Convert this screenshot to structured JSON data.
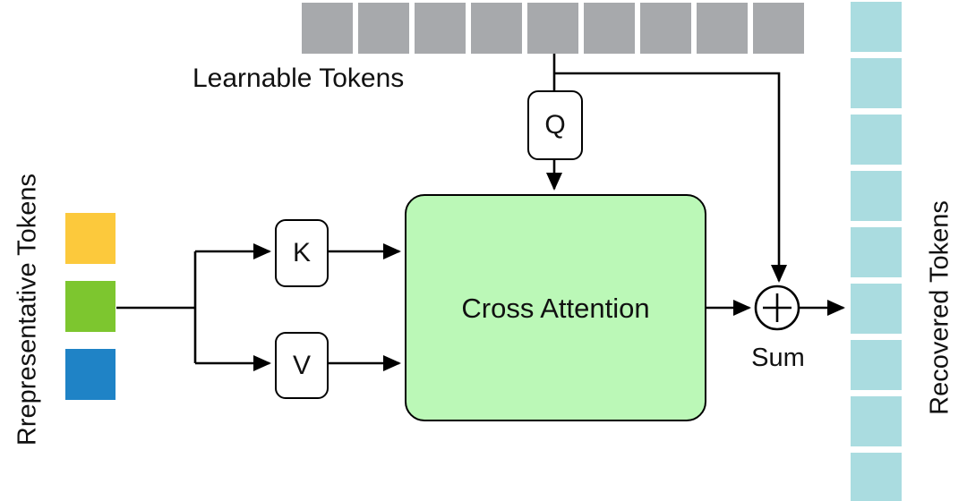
{
  "diagram": {
    "title_none": "",
    "labels": {
      "learnable_tokens": "Learnable Tokens",
      "representative_tokens": "Rrepresentative Tokens",
      "recovered_tokens": "Recovered Tokens",
      "sum": "Sum"
    },
    "nodes": {
      "q": "Q",
      "k": "K",
      "v": "V",
      "cross_attention": "Cross Attention"
    },
    "counts": {
      "learnable_tokens": 9,
      "recovered_tokens": 9,
      "representative_tokens": 3
    },
    "colors": {
      "tokens": {
        "learnable_tokens": "#A7A9AC",
        "recovered_tokens": "#AADCE0",
        "representative_tokens": [
          "#FCC93C",
          "#7DC62F",
          "#1F83C6"
        ]
      },
      "cross_attention_fill": "#BBF8B7",
      "line": "#000000",
      "background": "#FFFFFF",
      "text": "#111111"
    }
  }
}
